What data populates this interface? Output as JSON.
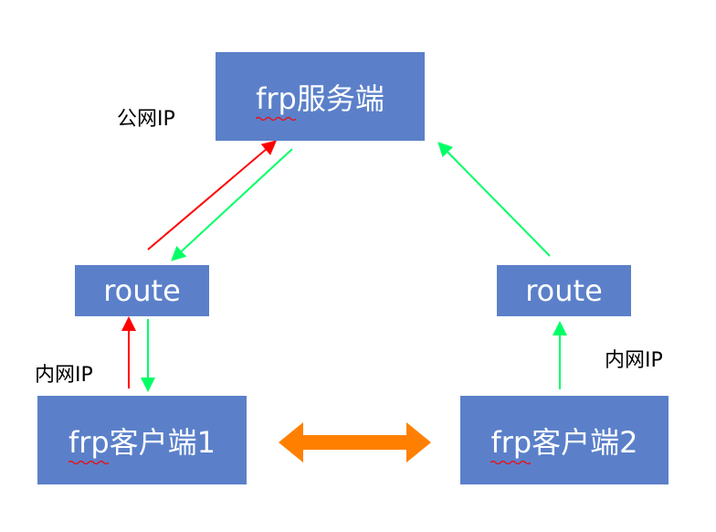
{
  "nodes": {
    "server": "frp服务端",
    "route_left": "route",
    "route_right": "route",
    "client1": "frp客户端1",
    "client2": "frp客户端2"
  },
  "labels": {
    "public_ip": "公网IP",
    "lan_ip_left": "内网IP",
    "lan_ip_right": "内网IP"
  },
  "colors": {
    "box": "#5b80c9",
    "arrow_up": "#ff0000",
    "arrow_return": "#00ff66",
    "p2p_arrow": "#ff8000"
  }
}
